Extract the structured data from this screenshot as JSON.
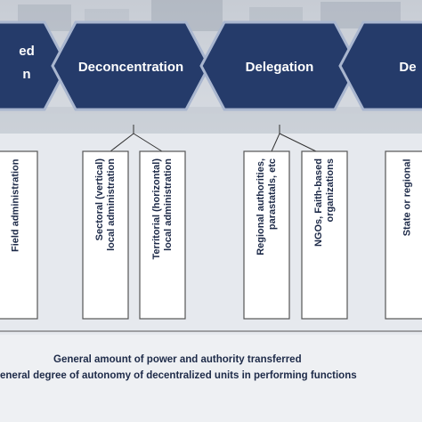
{
  "hexagons": [
    {
      "label_line1": "ed",
      "label_line2": "n"
    },
    {
      "label": "Deconcentration"
    },
    {
      "label": "Delegation"
    },
    {
      "label": "De"
    }
  ],
  "sub_boxes": [
    {
      "lines": [
        "Field administration"
      ]
    },
    {
      "lines": [
        "Sectoral (vertical)",
        "local administration"
      ]
    },
    {
      "lines": [
        "Territorial (horizontal)",
        "local administration"
      ]
    },
    {
      "lines": [
        "Regional authorities,",
        "parastatals, etc"
      ]
    },
    {
      "lines": [
        "NGOs, Faith-based",
        "organizations"
      ]
    },
    {
      "lines": [
        "State or regional"
      ]
    }
  ],
  "footer": {
    "line1": "General amount of power and authority transferred",
    "line2": "eneral degree of autonomy of decentralized units in performing functions"
  },
  "colors": {
    "hex_fill": "#253b6a",
    "hex_stroke": "#a9b6cf",
    "box_fill": "#ffffff",
    "box_stroke": "#555555",
    "text_dark": "#1d2a48"
  }
}
